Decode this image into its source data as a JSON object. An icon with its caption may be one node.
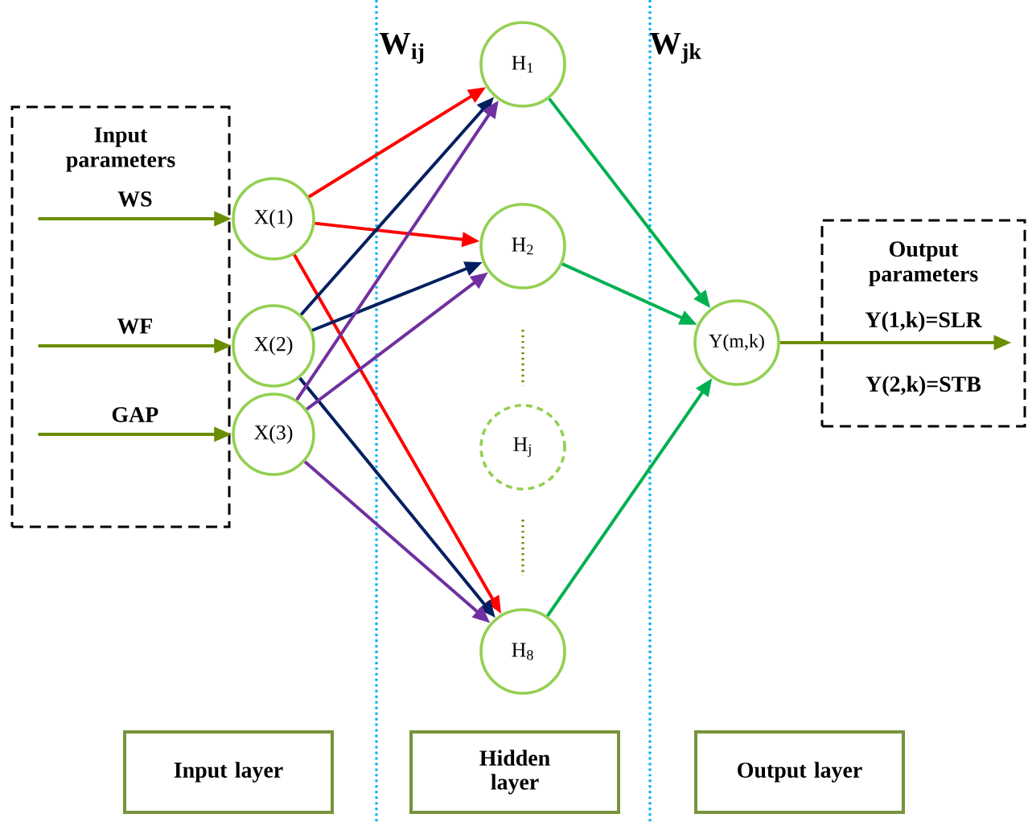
{
  "diagram": {
    "nodes": [
      {
        "text": [
          "Input parameters"
        ]
      },
      {
        "text": [
          "X(1)"
        ]
      },
      {
        "text": [
          "X(2)"
        ]
      },
      {
        "text": [
          "X(3)"
        ]
      },
      {
        "text": [
          "H$_{1}$"
        ]
      },
      {
        "text": [
          "H$_{2}$"
        ]
      },
      {
        "text": [
          "H$_{j}$"
        ]
      },
      {
        "text": [
          "H$_{8}$"
        ]
      },
      {
        "text": [
          "Y(m,k)"
        ]
      },
      {
        "text": [
          "Output parameters",
          "Y(1,k)=SLR",
          "Y(2,k)=STB"
        ]
      },
      {
        "text": [
          "Input layer"
        ]
      },
      {
        "text": [
          "Hidden layer"
        ]
      },
      {
        "text": [
          "Output layer"
        ]
      }
    ],
    "edges": [
      {
        "from": 0,
        "to": 1,
        "arrow": "to",
        "label": "WS",
        "color": "#6b8e00"
      },
      {
        "from": 0,
        "to": 2,
        "arrow": "to",
        "label": "WF",
        "color": "#6b8e00"
      },
      {
        "from": 0,
        "to": 3,
        "arrow": "to",
        "label": "GAP",
        "color": "#6b8e00"
      },
      {
        "from": 1,
        "to": 4,
        "arrow": "to",
        "color": "#ff0000"
      },
      {
        "from": 1,
        "to": 5,
        "arrow": "to",
        "color": "#ff0000"
      },
      {
        "from": 1,
        "to": 7,
        "arrow": "to",
        "color": "#ff0000"
      },
      {
        "from": 2,
        "to": 4,
        "arrow": "to",
        "color": "#002060"
      },
      {
        "from": 2,
        "to": 5,
        "arrow": "to",
        "color": "#002060"
      },
      {
        "from": 2,
        "to": 7,
        "arrow": "to",
        "color": "#002060"
      },
      {
        "from": 3,
        "to": 4,
        "arrow": "to",
        "color": "#7030a0"
      },
      {
        "from": 3,
        "to": 5,
        "arrow": "to",
        "color": "#7030a0"
      },
      {
        "from": 3,
        "to": 7,
        "arrow": "to",
        "color": "#7030a0"
      },
      {
        "from": 4,
        "to": 8,
        "arrow": "to",
        "color": "#00b050"
      },
      {
        "from": 5,
        "to": 8,
        "arrow": "to",
        "color": "#00b050"
      },
      {
        "from": 7,
        "to": 8,
        "arrow": "to",
        "color": "#00b050"
      },
      {
        "from": 8,
        "to": 9,
        "arrow": "to",
        "color": "#6b8e00"
      }
    ],
    "labels": [
      "W$_{ij}$",
      "W$_{jk}$"
    ]
  }
}
